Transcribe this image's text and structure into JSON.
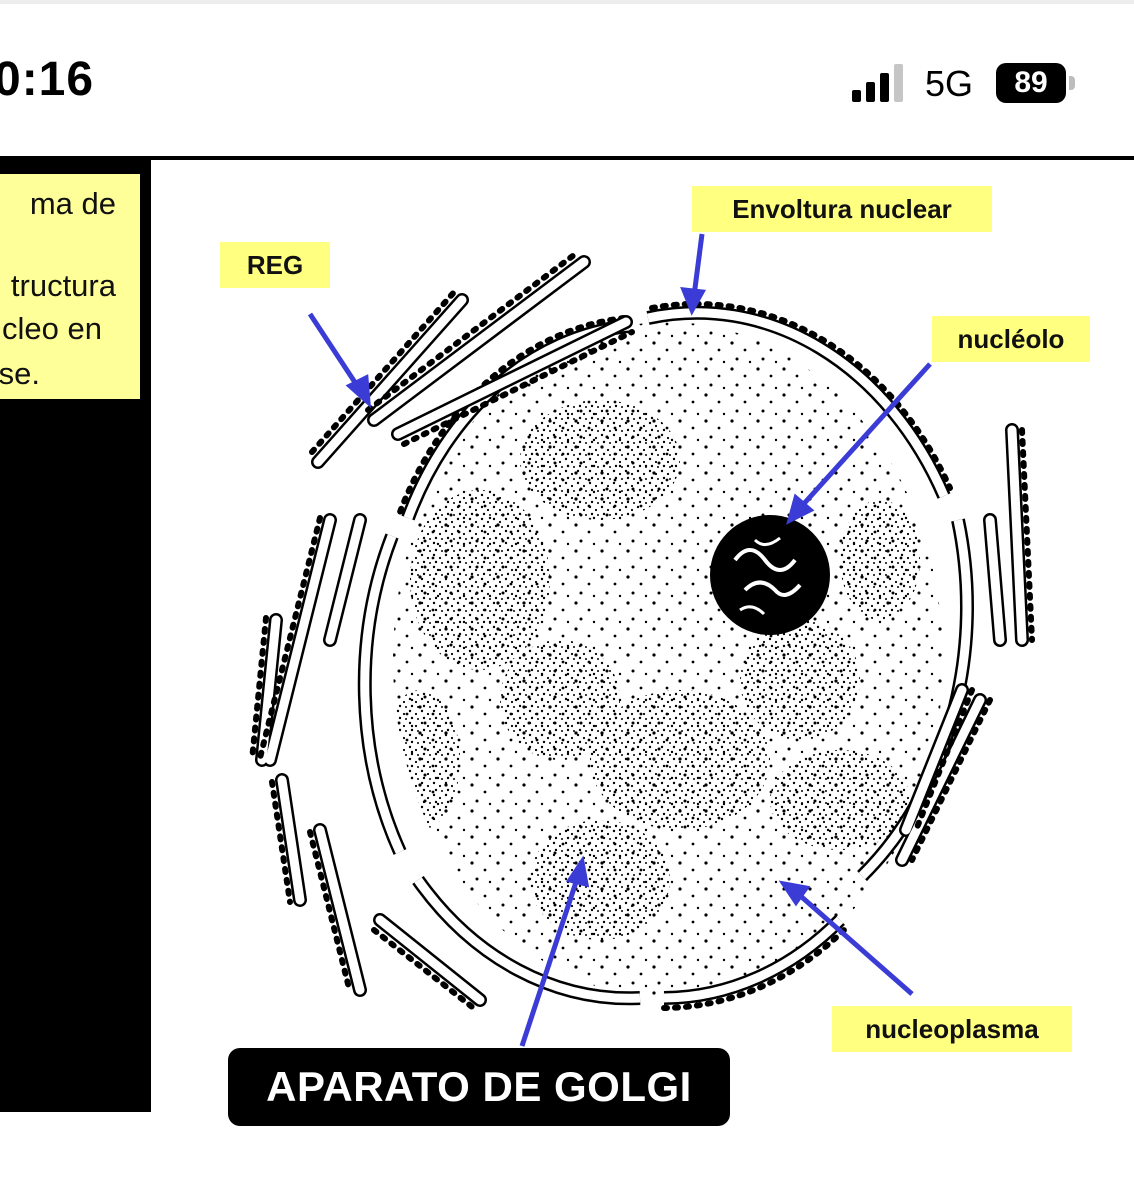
{
  "status_bar": {
    "time": "0:16",
    "network": "5G",
    "battery": "89"
  },
  "info_box": {
    "lines": [
      "ma de",
      "",
      "tructura",
      "cleo en",
      "se."
    ]
  },
  "labels": {
    "reg": "REG",
    "envoltura": "Envoltura nuclear",
    "nucleolo": "nucléolo",
    "nucleoplasma": "nucleoplasma",
    "golgi": "APARATO DE GOLGI"
  },
  "colors": {
    "label_bg": "#ffff80",
    "arrow": "#3b3bd6",
    "info_bg": "#ffff99"
  }
}
